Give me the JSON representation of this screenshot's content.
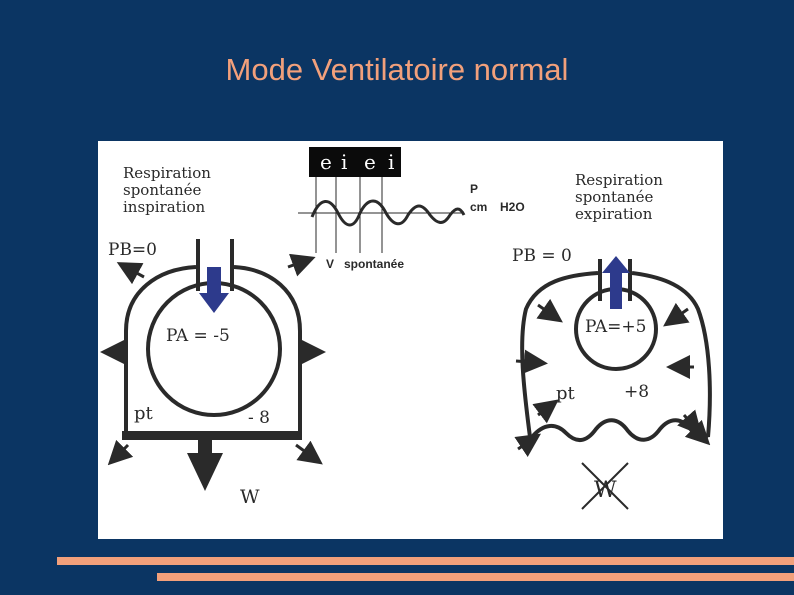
{
  "slide": {
    "title": "Mode Ventilatoire normal"
  },
  "diagram": {
    "phase_labels": [
      "e",
      "i",
      "e",
      "i"
    ],
    "pressure_axis": {
      "line1": "P",
      "line2": "cm",
      "unit": "H2O"
    },
    "flow_label": {
      "symbol": "V",
      "text": "spontanée"
    },
    "left": {
      "caption": [
        "Respiration",
        "spontanée",
        "inspiration"
      ],
      "pb": "PB=0",
      "pa": "PA  =  -5",
      "pt": "pt",
      "pt_value": "- 8",
      "w": "W"
    },
    "right": {
      "caption": [
        "Respiration",
        "spontanée",
        "expiration"
      ],
      "pb": "PB  =  0",
      "pa": "PA=+5",
      "pt": "pt",
      "pt_value": "+8",
      "w": "W"
    },
    "colors": {
      "arrow_blue": "#2d3a8c",
      "ink": "#2a2a2a"
    }
  },
  "footer": {
    "bar_color": "#f2a07b"
  }
}
